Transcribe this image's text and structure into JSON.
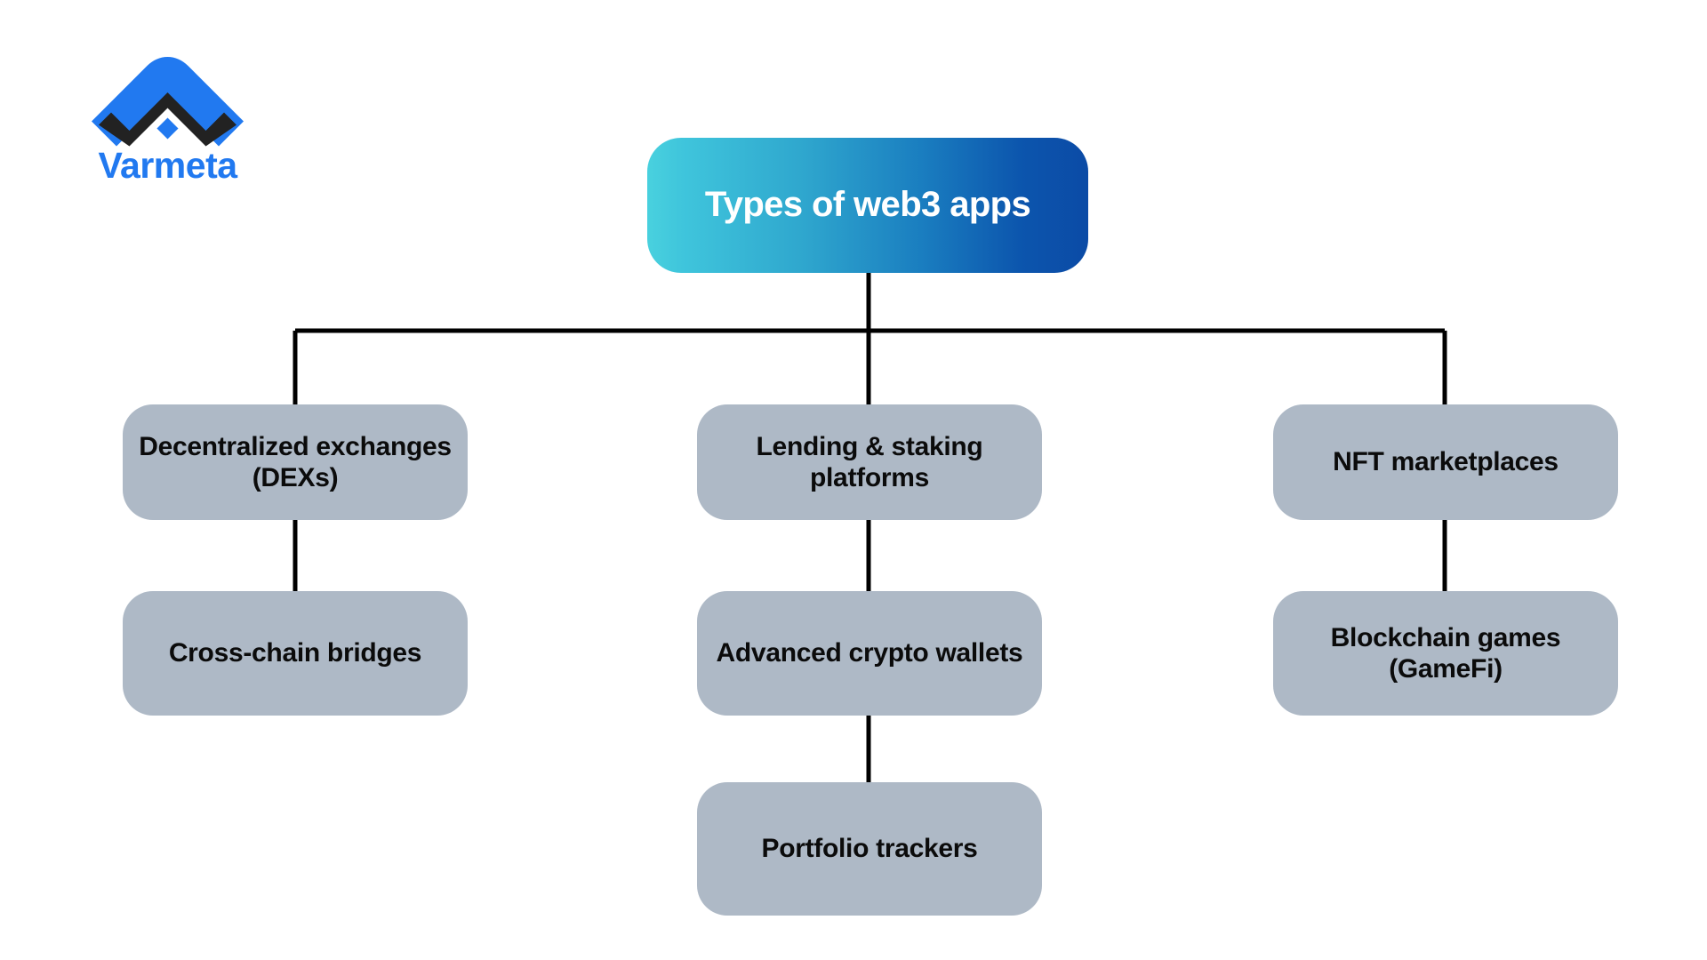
{
  "brand": {
    "name": "Varmeta",
    "logo_icon": "varmeta-chevron-logo",
    "colors": {
      "blue": "#2179F0",
      "dark": "#222222"
    }
  },
  "diagram": {
    "type": "tree",
    "orientation": "top-down",
    "colors": {
      "root_gradient_start": "#49D1DE",
      "root_gradient_end": "#0B4BA6",
      "node_fill": "#AEB9C6",
      "node_text": "#0B0B0B",
      "connector": "#000000",
      "background": "#FFFFFF"
    },
    "root": {
      "label": "Types of web3 apps"
    },
    "branches": [
      {
        "column": "left",
        "nodes": [
          {
            "label": "Decentralized exchanges (DEXs)"
          },
          {
            "label": "Cross-chain bridges"
          }
        ]
      },
      {
        "column": "center",
        "nodes": [
          {
            "label": "Lending & staking platforms"
          },
          {
            "label": "Advanced crypto wallets"
          },
          {
            "label": "Portfolio trackers"
          }
        ]
      },
      {
        "column": "right",
        "nodes": [
          {
            "label": "NFT marketplaces"
          },
          {
            "label": "Blockchain games (GameFi)"
          }
        ]
      }
    ]
  }
}
